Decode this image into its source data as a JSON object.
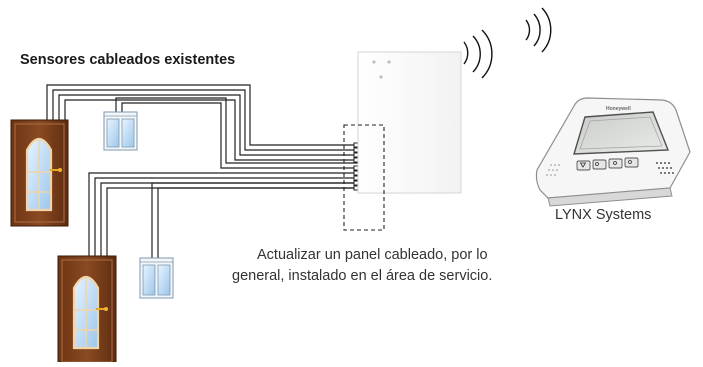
{
  "diagram": {
    "title": "Sensores cableados existentes",
    "keypad_label": "LYNX Systems",
    "keypad_brand": "Honeywell",
    "caption_line1": "Actualizar un panel cableado, por lo",
    "caption_line2": "general, instalado en el área de servicio."
  }
}
